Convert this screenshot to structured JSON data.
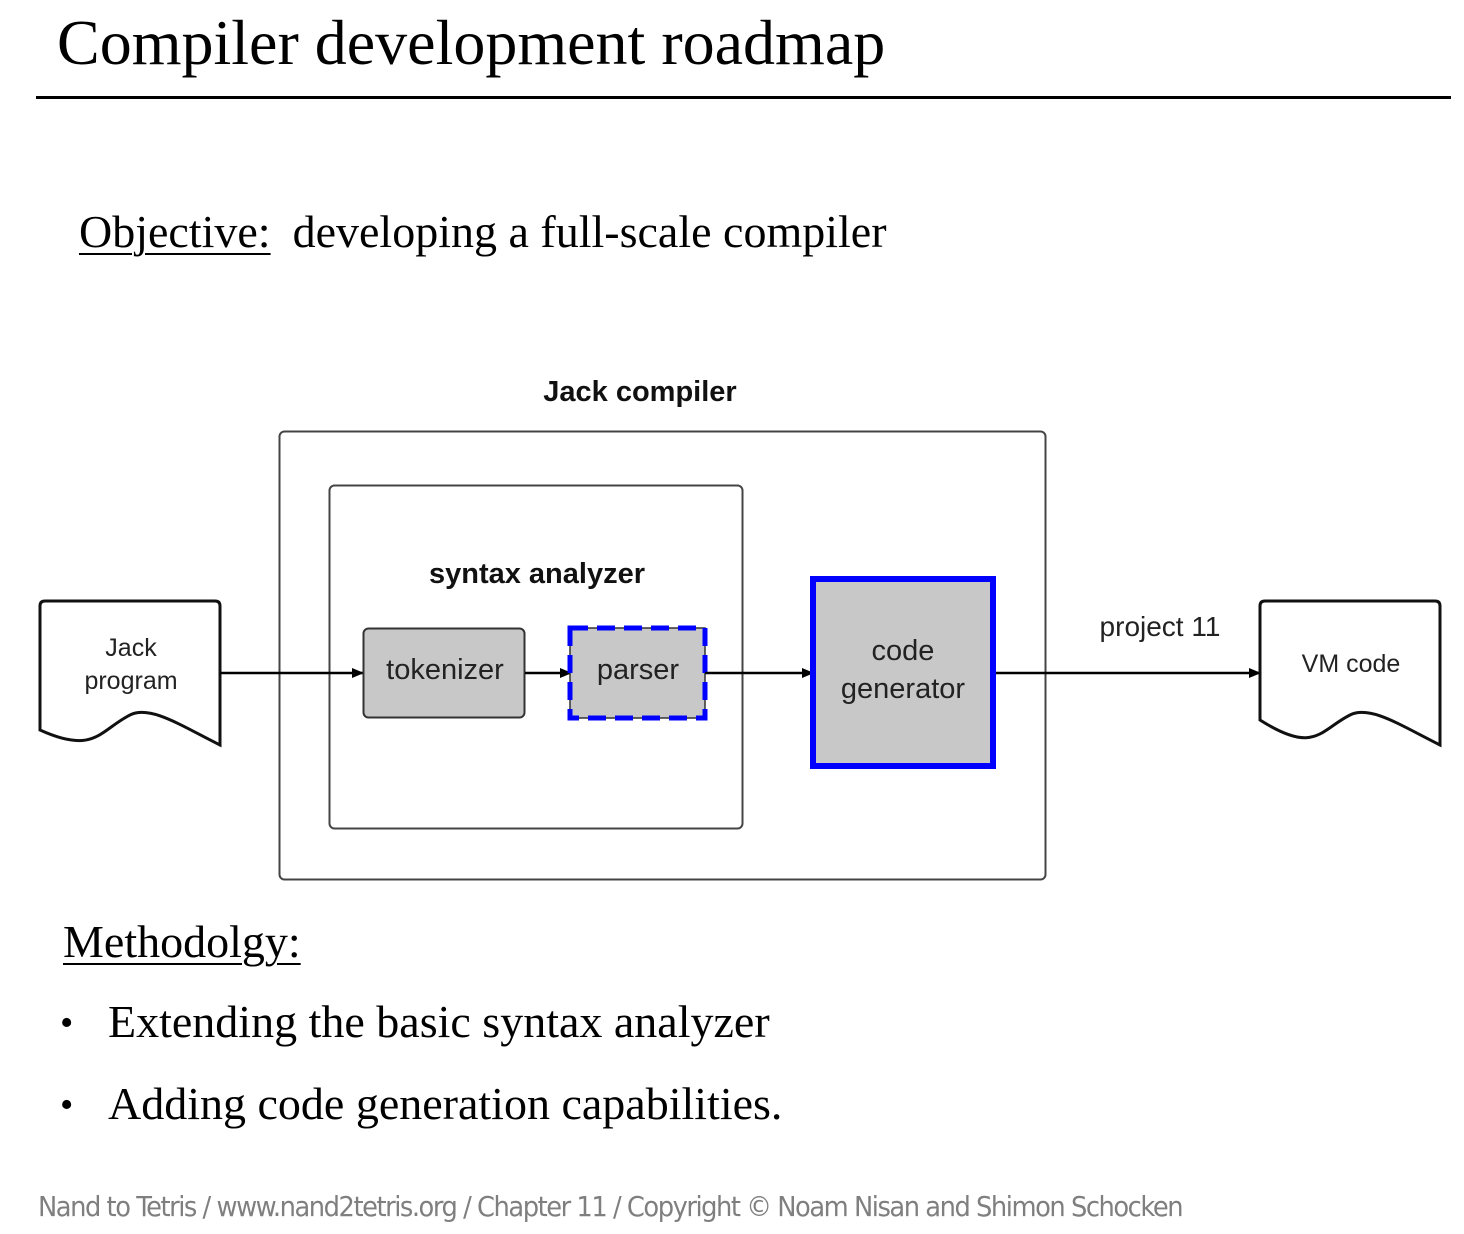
{
  "slide": {
    "title": "Compiler development roadmap",
    "objective": {
      "label": "Objective:",
      "text": "developing a full-scale compiler"
    },
    "methodology": {
      "label": "Methodolgy:",
      "bullets": [
        "Extending the basic syntax analyzer",
        "Adding code generation capabilities."
      ],
      "bullet_glyph": "•"
    },
    "footer": "Nand to Tetris / www.nand2tetris.org / Chapter 11 / Copyright © Noam Nisan and Shimon Schocken"
  },
  "diagram": {
    "outer_label": "Jack compiler",
    "inner_label": "syntax analyzer",
    "input_doc": {
      "line1": "Jack",
      "line2": "program"
    },
    "tokenizer": "tokenizer",
    "parser": "parser",
    "code_generator": {
      "line1": "code",
      "line2": "generator"
    },
    "output_label": "project 11",
    "output_doc": "VM code",
    "colors": {
      "highlight": "#0000ff",
      "module_fill": "#c8c8c8",
      "stroke": "#000000"
    }
  }
}
